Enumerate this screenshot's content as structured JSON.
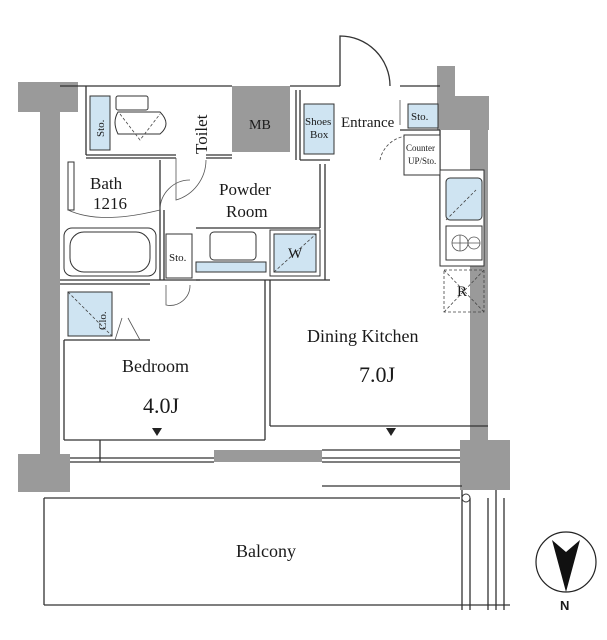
{
  "rooms": {
    "sto_toilet": "Sto.",
    "toilet": "Toilet",
    "mb": "MB",
    "shoes_box_line1": "Shoes",
    "shoes_box_line2": "Box",
    "entrance": "Entrance",
    "sto_entrance": "Sto.",
    "counter_line1": "Counter",
    "counter_line2": "UP/Sto.",
    "bath_line1": "Bath",
    "bath_line2": "1216",
    "powder_line1": "Powder",
    "powder_line2": "Room",
    "sto_powder": "Sto.",
    "washer": "W",
    "refrigerator": "R",
    "closet": "Clo.",
    "bedroom": "Bedroom",
    "bedroom_size": "4.0J",
    "dining_kitchen": "Dining Kitchen",
    "dining_kitchen_size": "7.0J",
    "balcony": "Balcony"
  },
  "compass": {
    "label": "N"
  },
  "colors": {
    "wall": "#9a9a9a",
    "fixture": "#cfe4f2",
    "line": "#333333"
  }
}
